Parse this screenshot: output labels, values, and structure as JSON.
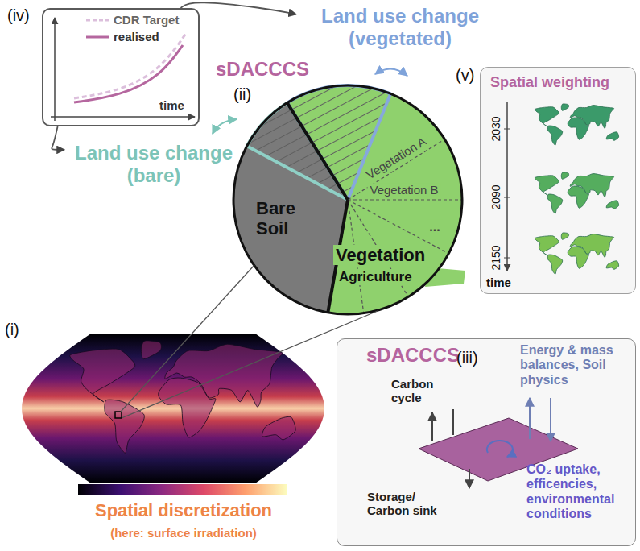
{
  "diagram": {
    "nodes": [
      {
        "text": [
          "(iv)"
        ]
      },
      {
        "text": [
          "Land use change (vegetated)"
        ]
      },
      {
        "text": [
          "Land use change (bare)"
        ]
      },
      {
        "text": [
          "(v)",
          "Spatial weighting"
        ]
      },
      {
        "text": [
          "sDACCCS",
          "(iii)"
        ]
      }
    ],
    "edges": [
      {
        "from": 0,
        "to": 1,
        "arrow": "to"
      },
      {
        "from": 0,
        "to": 2,
        "arrow": "to"
      }
    ],
    "labels": [
      "time",
      "sDACCCS",
      "(ii)",
      "Bare Soil",
      "Vegetation A",
      "Vegetation B",
      "...",
      "Vegetation",
      "Agriculture",
      "2030",
      "2090",
      "2150",
      "time",
      "(i)",
      "Spatial discretization",
      "(here: surface irradiation)",
      "Carbon cycle",
      "Storage/ Carbon sink",
      "Energy & mass balances, Soil physics",
      "CO₂ uptake, efficencies, environmental conditions"
    ],
    "legend": [
      {
        "text": "CDR Target"
      },
      {
        "text": "realised"
      }
    ]
  }
}
